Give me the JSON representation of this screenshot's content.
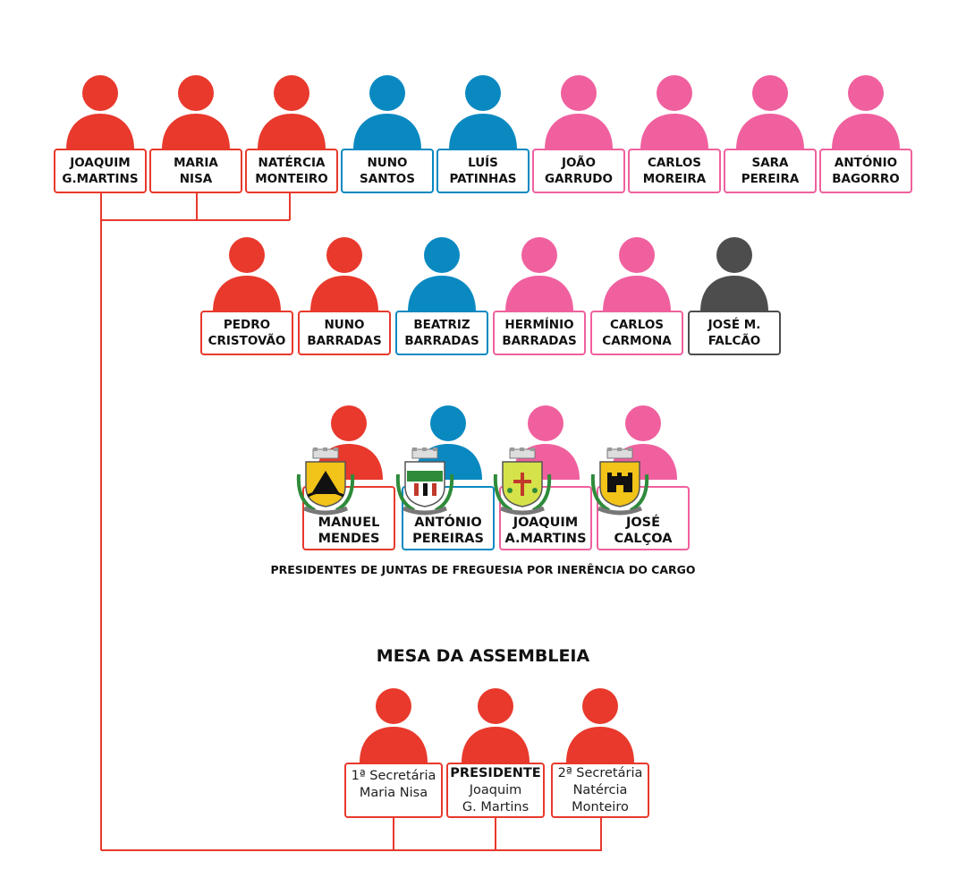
{
  "colors": {
    "red": "#e8392c",
    "blue": "#0a89c1",
    "pink": "#f0609e",
    "gray": "#4d4d4d",
    "yellow": "#f2c318",
    "green": "#2e8b3a"
  },
  "row1": [
    {
      "line1": "JOAQUIM",
      "line2": "G.MARTINS",
      "color": "red"
    },
    {
      "line1": "MARIA",
      "line2": "NISA",
      "color": "red"
    },
    {
      "line1": "NATÉRCIA",
      "line2": "MONTEIRO",
      "color": "red"
    },
    {
      "line1": "NUNO",
      "line2": "SANTOS",
      "color": "blue"
    },
    {
      "line1": "LUÍS",
      "line2": "PATINHAS",
      "color": "blue"
    },
    {
      "line1": "JOÃO",
      "line2": "GARRUDO",
      "color": "pink"
    },
    {
      "line1": "CARLOS",
      "line2": "MOREIRA",
      "color": "pink"
    },
    {
      "line1": "SARA",
      "line2": "PEREIRA",
      "color": "pink"
    },
    {
      "line1": "ANTÓNIO",
      "line2": "BAGORRO",
      "color": "pink"
    }
  ],
  "row2": [
    {
      "line1": "PEDRO",
      "line2": "CRISTOVÃO",
      "color": "red"
    },
    {
      "line1": "NUNO",
      "line2": "BARRADAS",
      "color": "red"
    },
    {
      "line1": "BEATRIZ",
      "line2": "BARRADAS",
      "color": "blue"
    },
    {
      "line1": "HERMÍNIO",
      "line2": "BARRADAS",
      "color": "pink"
    },
    {
      "line1": "CARLOS",
      "line2": "CARMONA",
      "color": "pink"
    },
    {
      "line1": "JOSÉ M.",
      "line2": "FALCÃO",
      "color": "gray"
    }
  ],
  "row3": [
    {
      "line1": "MANUEL",
      "line2": "MENDES",
      "color": "red",
      "crest": "montargil-crest-icon"
    },
    {
      "line1": "ANTÓNIO",
      "line2": "PEREIRAS",
      "color": "blue",
      "crest": "santo-aleixo-crest-icon"
    },
    {
      "line1": "JOAQUIM",
      "line2": "A.MARTINS",
      "color": "pink",
      "crest": "assumar-crest-icon"
    },
    {
      "line1": "JOSÉ",
      "line2": "CALÇOA",
      "color": "pink",
      "crest": "esperanca-crest-icon"
    }
  ],
  "caption": "PRESIDENTES DE JUNTAS DE FREGUESIA POR INERÊNCIA DO CARGO",
  "mesa": {
    "title": "MESA DA ASSEMBLEIA",
    "members": [
      {
        "role": "1ª Secretária",
        "name1": "Maria Nisa",
        "name2": ""
      },
      {
        "role": "PRESIDENTE",
        "name1": "Joaquim",
        "name2": "G. Martins"
      },
      {
        "role": "2ª Secretária",
        "name1": "Natércia",
        "name2": "Monteiro"
      }
    ]
  }
}
